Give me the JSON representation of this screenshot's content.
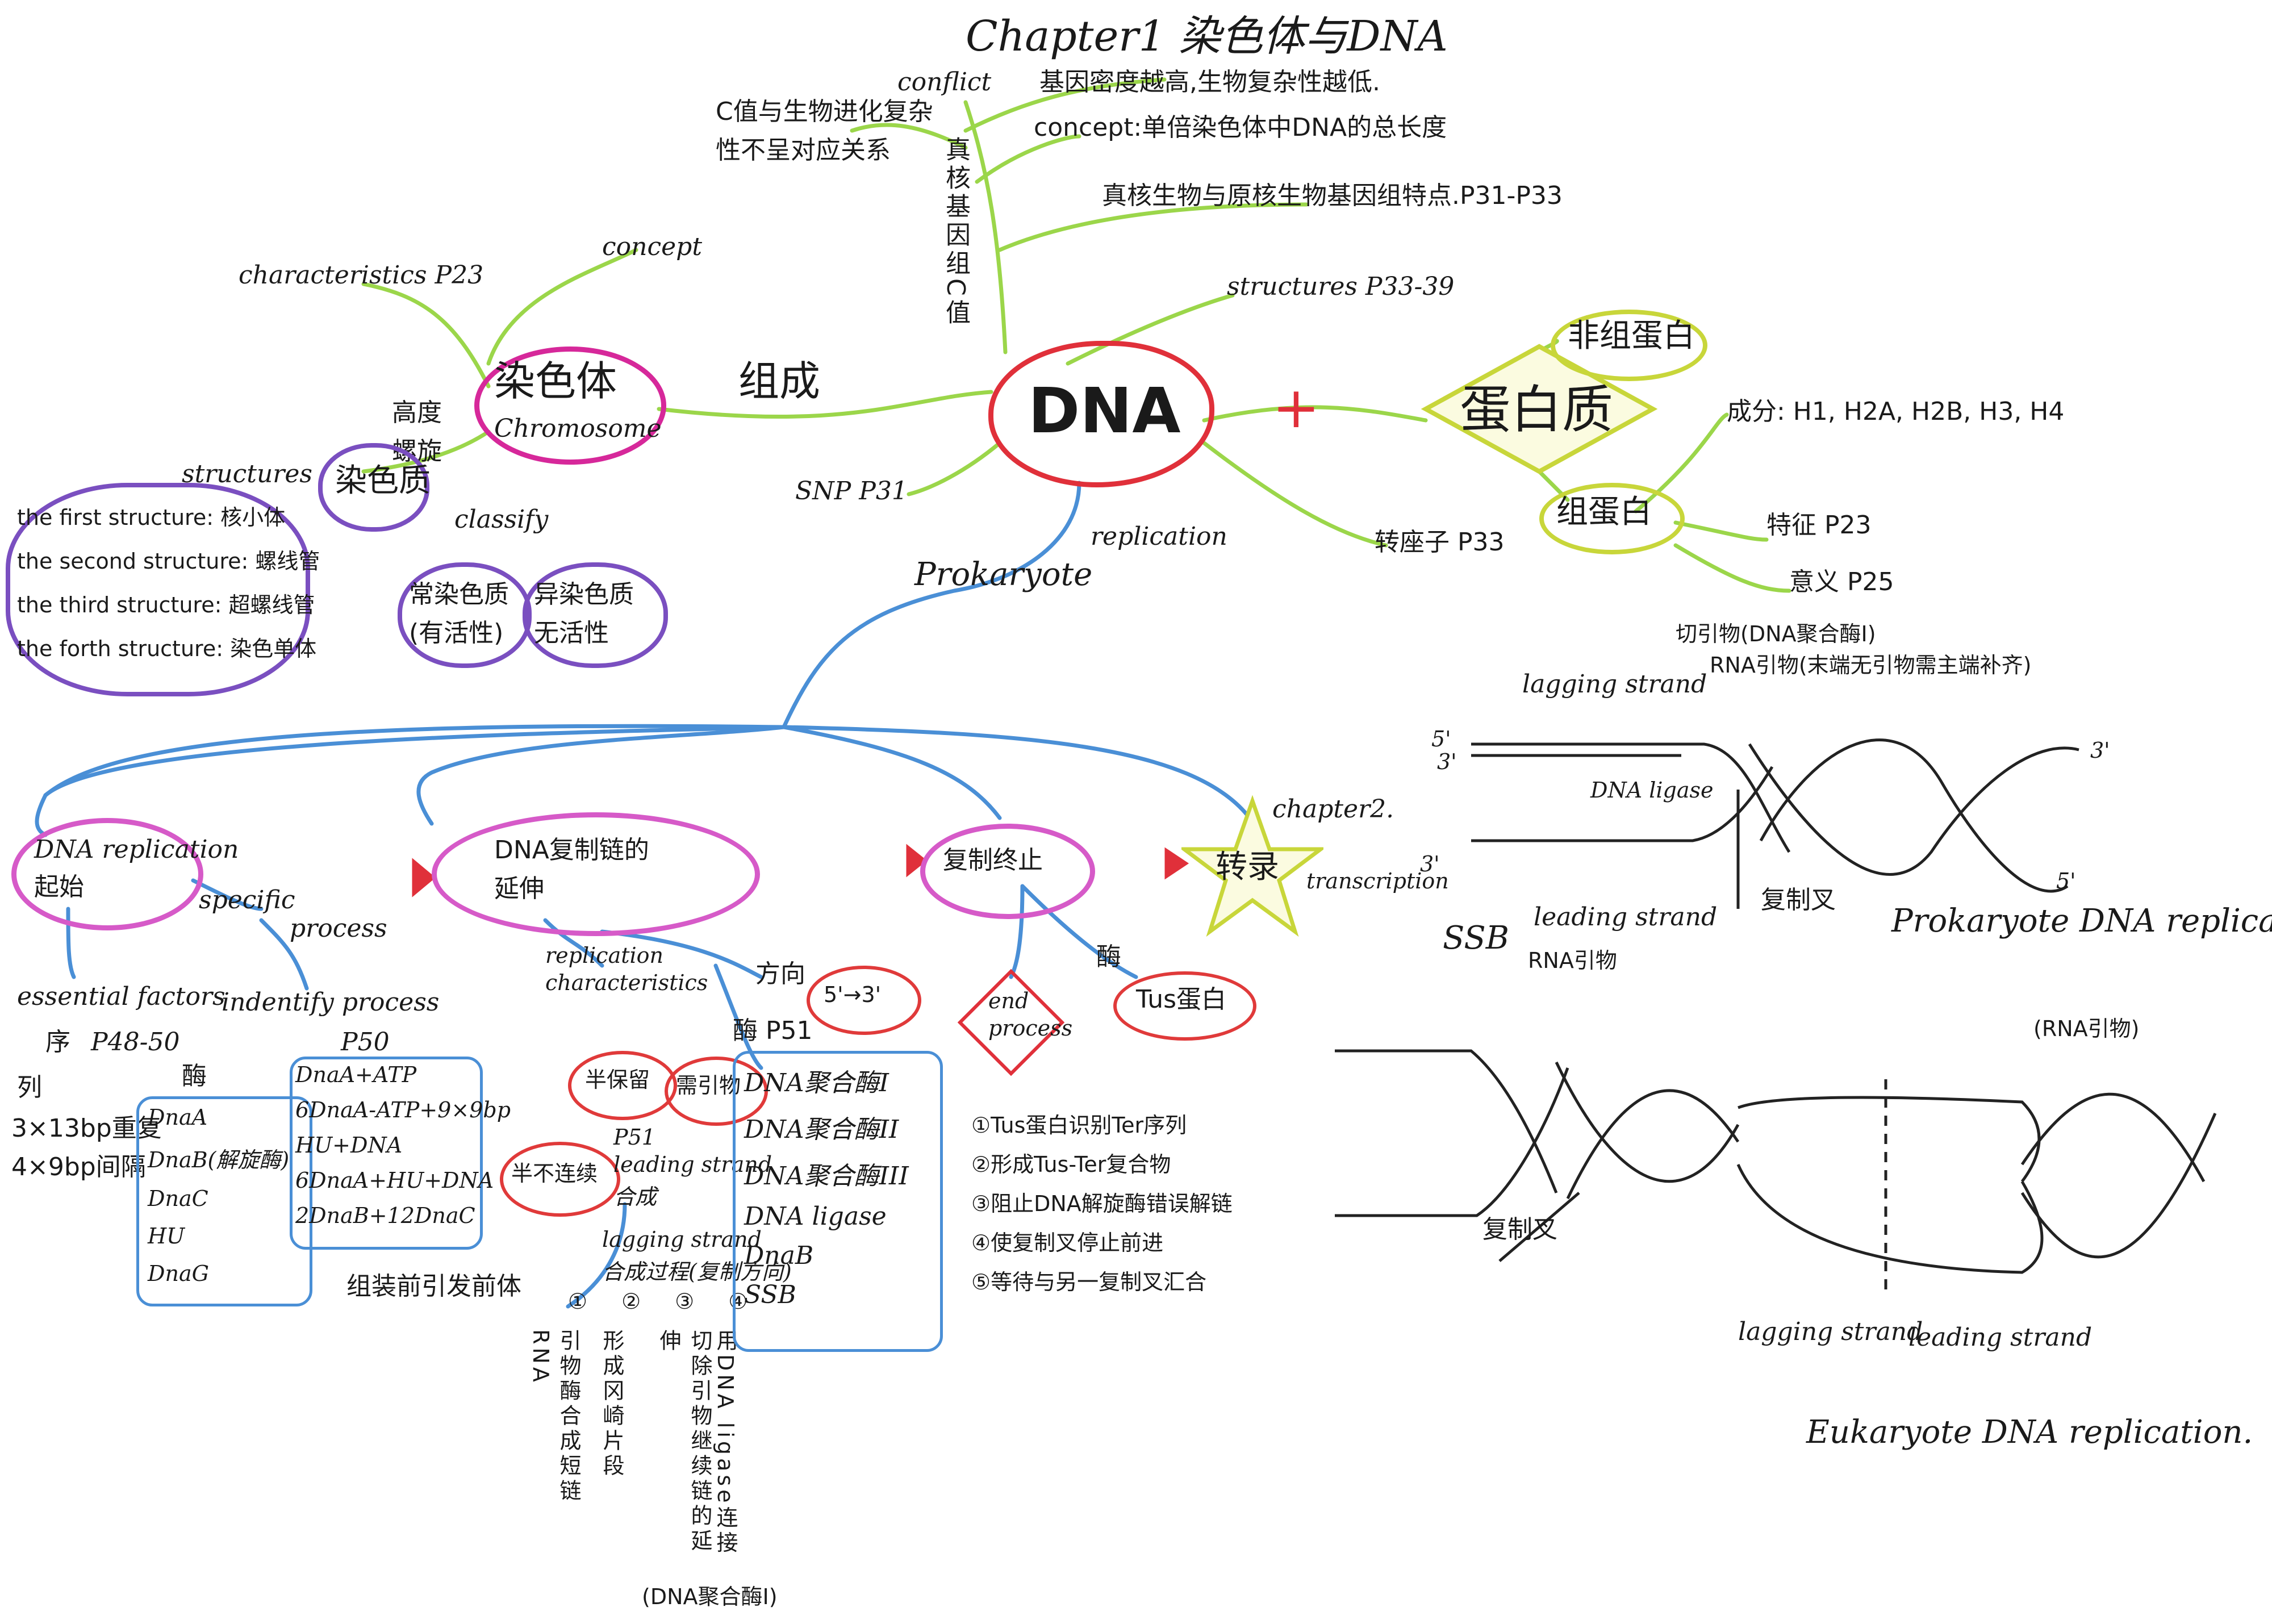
{
  "title": "Chapter1 染色体与DNA",
  "center": "DNA",
  "top": {
    "conflict": "conflict",
    "c_value_left": [
      "C值与生物进化复杂",
      "性不呈对应关系"
    ],
    "c_value_vertical": [
      "真核基因组C值"
    ],
    "gene_density": "基因密度越高,生物复杂性越低.",
    "concept_c": "concept:单倍染色体中DNA的总长度",
    "euk_vs_prok": "真核生物与原核生物基因组特点.P31-P33",
    "structures": "structures P33-39",
    "snp": "SNP P31",
    "transposon": "转座子 P33",
    "replication": "replication",
    "prokaryote": "Prokaryote"
  },
  "chromosome": {
    "name": "染色体",
    "name_en": "Chromosome",
    "link": "组成",
    "characteristics": "characteristics P23",
    "concept": "concept",
    "highly": [
      "高度",
      "螺旋"
    ],
    "chromatin": "染色质",
    "structures_label": "structures",
    "classify": "classify",
    "levels": [
      "the first structure: 核小体",
      "the second structure: 螺线管",
      "the third structure: 超螺线管",
      "the forth structure: 染色单体"
    ],
    "eu": [
      "常染色质",
      "(有活性)"
    ],
    "hetero": [
      "异染色质",
      "无活性"
    ]
  },
  "protein": {
    "plus": "+",
    "name": "蛋白质",
    "nonhistone": "非组蛋白",
    "histone": "组蛋白",
    "components": "成分: H1, H2A, H2B, H3, H4",
    "features": "特征 P23",
    "meaning": "意义 P25"
  },
  "replication": {
    "start": [
      "DNA replication",
      "起始"
    ],
    "specific": "specific",
    "process": "process",
    "essential": "essential factors",
    "identify": "indentify process",
    "seq_label": "序",
    "seq_page": "P48-50",
    "seq_vertical": "列",
    "seq_items": [
      "3×13bp重复",
      "4×9bp间隔"
    ],
    "enzyme_label": "酶",
    "enzymes": [
      "DnaA",
      "DnaB(解旋酶)",
      "DnaC",
      "HU",
      "DnaG"
    ],
    "identify_page": "P50",
    "identify_steps": [
      "DnaA+ATP",
      "6DnaA-ATP+9×9bp",
      "HU+DNA",
      "6DnaA+HU+DNA",
      "2DnaB+12DnaC"
    ],
    "identify_result": "组装前引发前体",
    "extend": [
      "DNA复制链的",
      "延伸"
    ],
    "rep_char": [
      "replication",
      "characteristics"
    ],
    "semi_conservative": "半保留",
    "primer_needed": "需引物",
    "semi_discontinuous": "半不连续",
    "leading": [
      "P51",
      "leading strand",
      "合成"
    ],
    "lagging": [
      "lagging strand",
      "合成过程(复制方向)"
    ],
    "steps_num": [
      "①",
      "②",
      "③",
      "④"
    ],
    "steps": [
      "引物酶合成短链RNA",
      "形成冈崎片段",
      "切除引物继续链的延伸",
      "用DNA ligase连接"
    ],
    "step_note": "(DNA聚合酶I)",
    "direction_label": "方向",
    "direction": "5'→3'",
    "enzyme_p": "酶 P51",
    "enzyme_list": [
      "DNA聚合酶I",
      "DNA聚合酶II",
      "DNA聚合酶III",
      "DNA ligase",
      "DnaB",
      "SSB"
    ],
    "termination": "复制终止",
    "end_process": [
      "end",
      "process"
    ],
    "tus_enzyme": "酶",
    "tus": "Tus蛋白",
    "end_steps": [
      "①Tus蛋白识别Ter序列",
      "②形成Tus-Ter复合物",
      "③阻止DNA解旋酶错误解链",
      "④使复制叉停止前进",
      "⑤等待与另一复制叉汇合"
    ],
    "transcription": "转录",
    "chapter2": "chapter2.",
    "transcription_en": "transcription"
  },
  "prok_diagram": {
    "primase": "切引物(DNA聚合酶I)",
    "rna_primer": "RNA引物(末端无引物需主端补齐)",
    "lagging": "lagging strand",
    "ligase": "DNA ligase",
    "ssb": "SSB",
    "leading": "leading strand",
    "rna_primer2": "RNA引物",
    "fork": "复制叉",
    "caption": "Prokaryote DNA replication",
    "ends": [
      "5'",
      "3'",
      "3'",
      "3'",
      "5'"
    ]
  },
  "euk_diagram": {
    "fork": "复制叉",
    "rna_primer": "(RNA引物)",
    "lagging": "lagging strand",
    "leading": "leading strand",
    "caption": "Eukaryote DNA replication."
  },
  "colors": {
    "green": "#9bd64a",
    "blue": "#4a8fd6",
    "red": "#e0303a",
    "magenta": "#d6289a",
    "violet": "#7a4fc0",
    "yellow": "#c8d63a"
  }
}
